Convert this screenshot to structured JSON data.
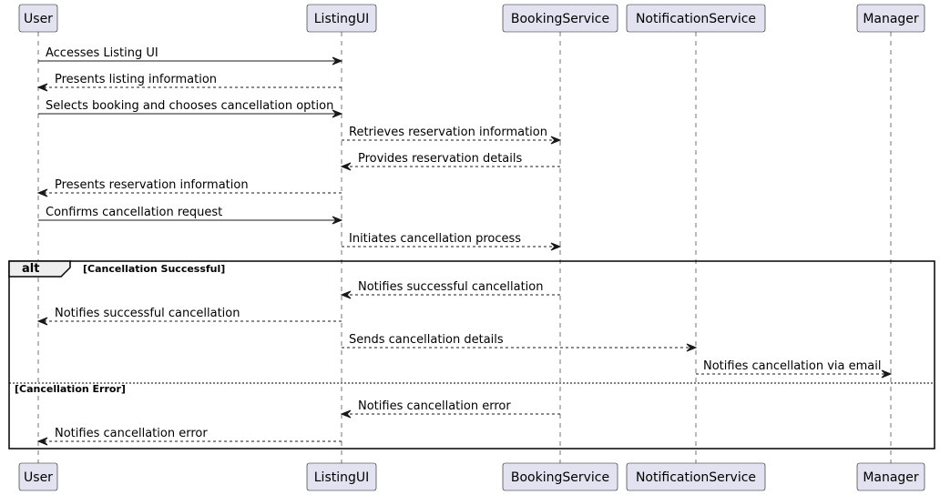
{
  "participants": [
    {
      "id": "user",
      "label": "User"
    },
    {
      "id": "listing_ui",
      "label": "ListingUI"
    },
    {
      "id": "booking_service",
      "label": "BookingService"
    },
    {
      "id": "notification_service",
      "label": "NotificationService"
    },
    {
      "id": "manager",
      "label": "Manager"
    }
  ],
  "messages": [
    {
      "from": "user",
      "to": "listing_ui",
      "label": "Accesses Listing UI",
      "style": "solid"
    },
    {
      "from": "listing_ui",
      "to": "user",
      "label": "Presents listing information",
      "style": "dashed"
    },
    {
      "from": "user",
      "to": "listing_ui",
      "label": "Selects booking and chooses cancellation option",
      "style": "solid"
    },
    {
      "from": "listing_ui",
      "to": "booking_service",
      "label": "Retrieves reservation information",
      "style": "dashed"
    },
    {
      "from": "booking_service",
      "to": "listing_ui",
      "label": "Provides reservation details",
      "style": "dashed"
    },
    {
      "from": "listing_ui",
      "to": "user",
      "label": "Presents reservation information",
      "style": "dashed"
    },
    {
      "from": "user",
      "to": "listing_ui",
      "label": "Confirms cancellation request",
      "style": "solid"
    },
    {
      "from": "listing_ui",
      "to": "booking_service",
      "label": "Initiates cancellation process",
      "style": "dashed"
    },
    {
      "from": "booking_service",
      "to": "listing_ui",
      "label": "Notifies successful cancellation",
      "style": "dashed"
    },
    {
      "from": "listing_ui",
      "to": "user",
      "label": "Notifies successful cancellation",
      "style": "dashed"
    },
    {
      "from": "listing_ui",
      "to": "notification_service",
      "label": "Sends cancellation details",
      "style": "dashed"
    },
    {
      "from": "notification_service",
      "to": "manager",
      "label": "Notifies cancellation via email",
      "style": "dashed"
    },
    {
      "from": "booking_service",
      "to": "listing_ui",
      "label": "Notifies cancellation error",
      "style": "dashed"
    },
    {
      "from": "listing_ui",
      "to": "user",
      "label": "Notifies cancellation error",
      "style": "dashed"
    }
  ],
  "alt_frame": {
    "keyword": "alt",
    "first_guard": "[Cancellation Successful]",
    "else_guard": "[Cancellation Error]"
  },
  "colors": {
    "participant_fill": "#e2e2f0",
    "line": "#181818"
  }
}
